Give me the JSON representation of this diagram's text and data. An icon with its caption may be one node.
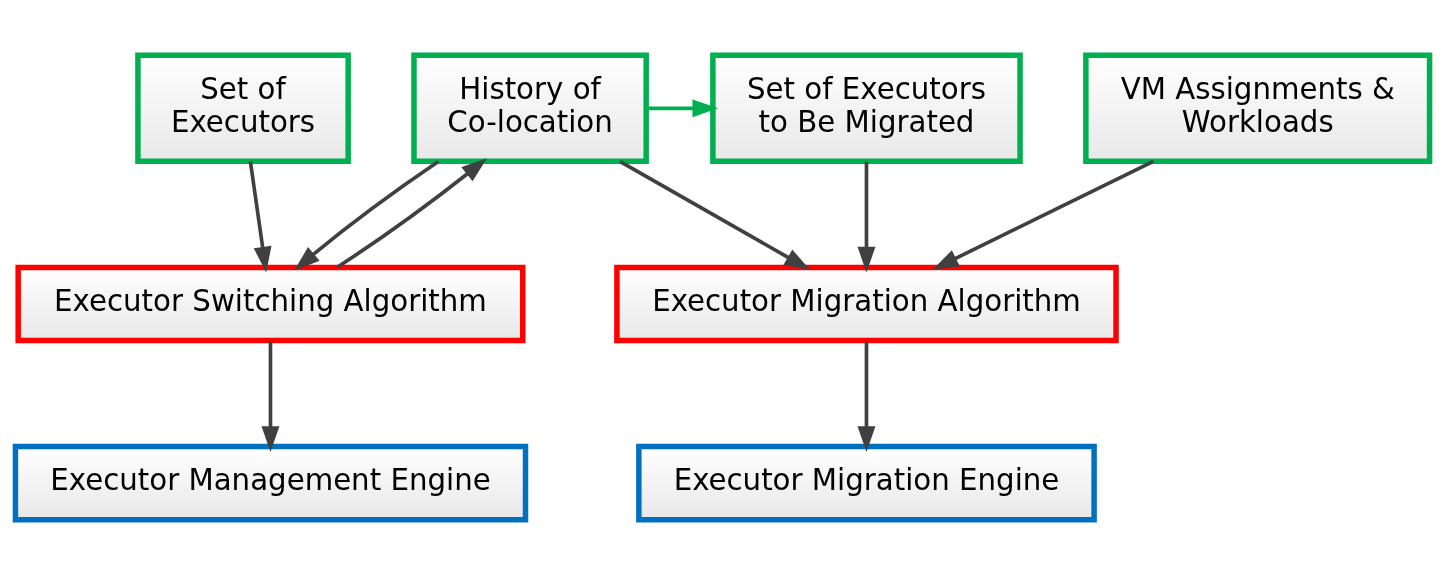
{
  "diagram": {
    "nodes": [
      {
        "text": [
          "Set of Executors"
        ]
      },
      {
        "text": [
          "History of Co-location"
        ]
      },
      {
        "text": [
          "Set of Executors to Be Migrated"
        ]
      },
      {
        "text": [
          "VM Assignments & Workloads"
        ]
      },
      {
        "text": [
          "Executor Switching Algorithm"
        ]
      },
      {
        "text": [
          "Executor Migration Algorithm"
        ]
      },
      {
        "text": [
          "Executor Management Engine"
        ]
      },
      {
        "text": [
          "Executor Migration Engine"
        ]
      }
    ],
    "edges": [
      {
        "from": 0,
        "to": 4,
        "arrow": "to"
      },
      {
        "from": 1,
        "to": 4,
        "arrow": "to"
      },
      {
        "from": 4,
        "to": 1,
        "arrow": "to"
      },
      {
        "from": 1,
        "to": 2,
        "arrow": "to",
        "color": "#00b050"
      },
      {
        "from": 1,
        "to": 5,
        "arrow": "to"
      },
      {
        "from": 2,
        "to": 5,
        "arrow": "to"
      },
      {
        "from": 3,
        "to": 5,
        "arrow": "to"
      },
      {
        "from": 4,
        "to": 6,
        "arrow": "to"
      },
      {
        "from": 5,
        "to": 7,
        "arrow": "to"
      }
    ]
  }
}
